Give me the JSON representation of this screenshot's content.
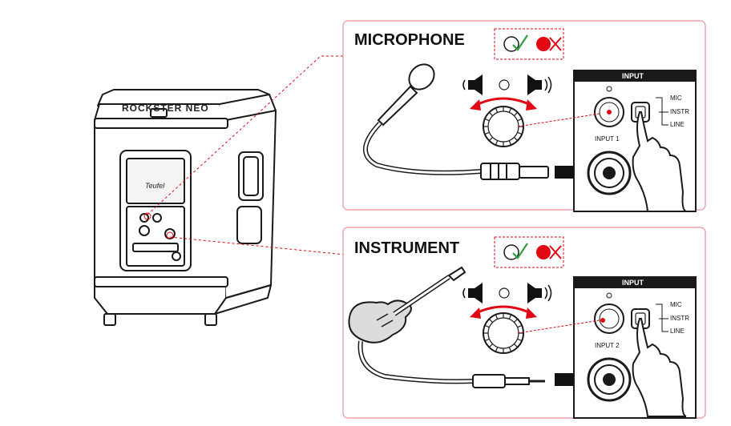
{
  "speaker": {
    "brand": "ROCKSTER NEO",
    "logo": "Teufel"
  },
  "panels": [
    {
      "title": "MICROPHONE",
      "header": "INPUT",
      "input_label": "INPUT 1",
      "switch_options": [
        "MIC",
        "INSTR",
        "LINE"
      ],
      "source_icon": "microphone-icon"
    },
    {
      "title": "INSTRUMENT",
      "header": "INPUT",
      "input_label": "INPUT 2",
      "switch_options": [
        "MIC",
        "INSTR",
        "LINE"
      ],
      "source_icon": "electric-guitar-icon"
    }
  ],
  "colors": {
    "accent": "#e30613",
    "check": "#2e9e3e",
    "ink": "#1a1a1a"
  }
}
